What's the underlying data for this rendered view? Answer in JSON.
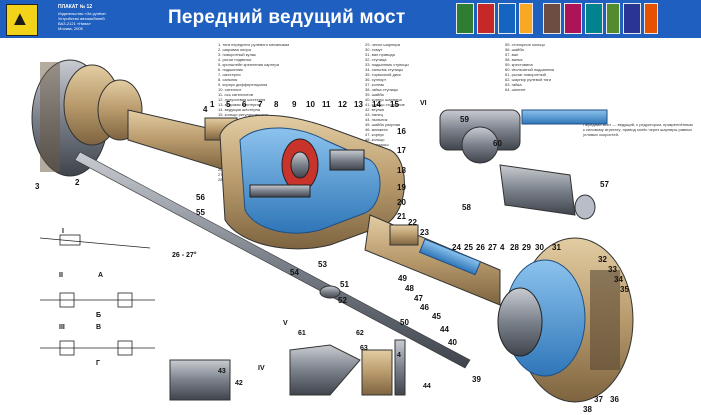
{
  "header": {
    "poster_number": "ПЛАКАТ № 12",
    "title": "Передний ведущий мост",
    "meta_lines": [
      "Издательство «За рулём»",
      "Устройство автомобилей",
      "ВАЗ-2121 «Нива»",
      "Москва, 2005"
    ]
  },
  "colors": {
    "header_bg": "#1f5fbf",
    "logo_bg": "#f3d21a",
    "metal_tan": "#b89a6c",
    "section_blue": "#3d8fd6",
    "dark_steel": "#555b66",
    "red_accent": "#c8342b"
  },
  "legend": {
    "column1": [
      "1. тяга переднего рулевого механизма",
      "2. шаровая опора",
      "3. поворотный кулак",
      "4. рычаг подвески",
      "5. кронштейн крепления картера",
      "6. подшипник",
      "7. шестерня",
      "8. сальник",
      "9. корпус дифференциала",
      "10. сателлит",
      "11. ось сателлитов",
      "12. полуосевая шестерня",
      "13. ведомая шестерня",
      "14. ведущая шестерня",
      "15. кольцо регулировочное",
      "16. крышка подшипника",
      "17. гайка",
      "18. фланец",
      "19. картер редуктора",
      "20. сапун",
      "21. пробка сливная",
      "22. картер моста",
      "23. кронштейн",
      "24. шарнир",
      "25. обойма",
      "26. сепаратор",
      "27. шарик",
      "28. кулак"
    ],
    "column2": [
      "29. чехол шарнира",
      "30. хомут",
      "31. вал привода",
      "32. ступица",
      "33. подшипник ступицы",
      "34. сальник ступицы",
      "35. тормозной диск",
      "36. суппорт",
      "37. колпак",
      "38. гайка ступицы",
      "39. шайба",
      "40. корпус шарнира",
      "41. кольцо стопорное",
      "42. втулка",
      "43. палец",
      "44. пыльник",
      "45. шайба упорная",
      "46. манжета",
      "47. корпус",
      "48. кольцо",
      "49. вкладыш",
      "50. пружина",
      "51. болт",
      "52. тяга",
      "53. наконечник",
      "54. кронштейн"
    ],
    "column3": [
      "55. стопорное кольцо",
      "56. шайба",
      "57. вал",
      "58. вилка",
      "59. крестовина",
      "60. игольчатый подшипник",
      "61. рычаг поворотный",
      "62. шарнир рулевой тяги",
      "63. гайка",
      "64. шплинт"
    ]
  },
  "note": "Передний мост — ведущий, с редуктором, прикреплённым к силовому агрегату; привод колёс через шарниры равных угловых скоростей.",
  "callouts": {
    "main": [
      "1",
      "2",
      "3",
      "4",
      "5",
      "6",
      "7",
      "8",
      "9",
      "10",
      "11",
      "12",
      "13",
      "14",
      "15",
      "16",
      "17",
      "18",
      "19",
      "20",
      "21",
      "22",
      "23",
      "24",
      "25",
      "26",
      "27",
      "4",
      "28",
      "29",
      "30",
      "31",
      "32",
      "33",
      "34",
      "35",
      "36",
      "37",
      "38",
      "39",
      "40",
      "44",
      "45",
      "46",
      "47",
      "48",
      "49",
      "50",
      "51",
      "52",
      "53",
      "54",
      "55",
      "56",
      "57",
      "58",
      "59",
      "60"
    ],
    "inset": [
      "61",
      "62",
      "63",
      "4",
      "42",
      "43",
      "44"
    ],
    "angle": "26 - 27°"
  },
  "views": {
    "v1": "I",
    "v2": "II",
    "v3": "III",
    "v4": "IV",
    "v5": "V",
    "v6": "VI",
    "a": "А",
    "b": "Б",
    "v": "В",
    "g": "Г"
  }
}
